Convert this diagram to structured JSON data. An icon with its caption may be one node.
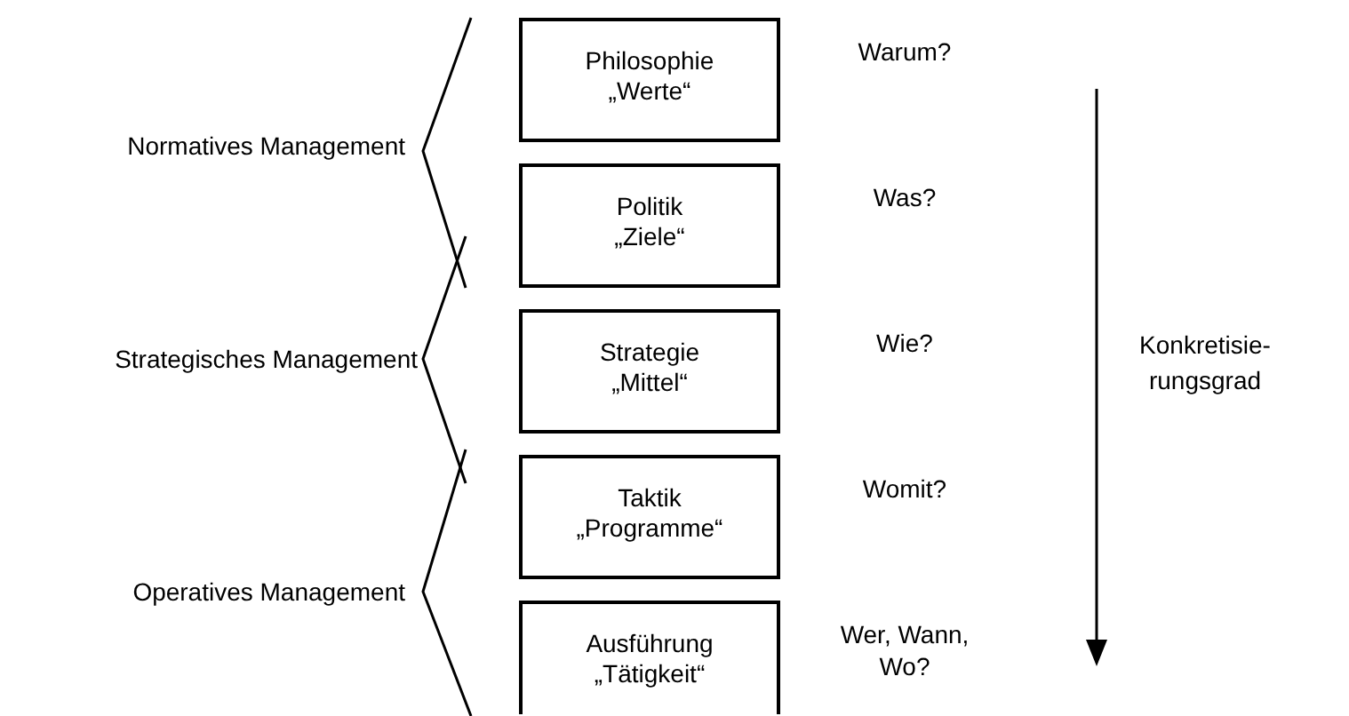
{
  "diagram": {
    "nodes": [
      {
        "text": [
          "Philosophie",
          "„Werte“"
        ],
        "beside": [
          "Warum?"
        ]
      },
      {
        "text": [
          "Politik",
          "„Ziele“"
        ],
        "beside": [
          "Was?"
        ]
      },
      {
        "text": [
          "Strategie",
          "„Mittel“"
        ],
        "beside": [
          "Wie?"
        ]
      },
      {
        "text": [
          "Taktik",
          "„Programme“"
        ],
        "beside": [
          "Womit?"
        ]
      },
      {
        "text": [
          "Ausführung",
          "„Tätigkeit“"
        ],
        "beside": [
          "Wer, Wann, Wo?"
        ]
      }
    ],
    "labels": [
      "Normatives Management",
      "Strategisches Management",
      "Operatives Management",
      "Konkretisie- rungsgrad"
    ]
  }
}
